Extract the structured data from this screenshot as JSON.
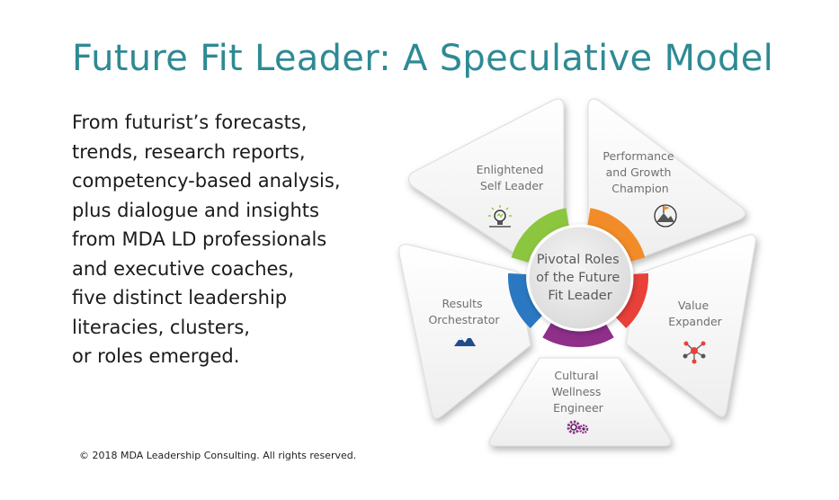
{
  "slide": {
    "title": "Future Fit Leader: A Speculative Model",
    "body_lines": [
      "From futurist’s forecasts,",
      "trends, research reports,",
      "competency-based analysis,",
      "plus dialogue and insights",
      "from MDA LD professionals",
      "and executive coaches,",
      "five distinct leadership",
      "literacies, clusters,",
      "or roles emerged."
    ],
    "copyright": "© 2018 MDA Leadership Consulting. All rights reserved."
  },
  "diagram": {
    "hub": {
      "lines": [
        "Pivotal Roles",
        "of the Future",
        "Fit Leader"
      ]
    },
    "roles": [
      {
        "lines": [
          "Enlightened",
          "Self Leader"
        ],
        "icon": "lightbulb-icon",
        "color": "#8cc63f"
      },
      {
        "lines": [
          "Performance",
          "and Growth",
          "Champion"
        ],
        "icon": "summit-flag-icon",
        "color": "#f28c28"
      },
      {
        "lines": [
          "Value",
          "Expander"
        ],
        "icon": "network-icon",
        "color": "#e8413a"
      },
      {
        "lines": [
          "Cultural",
          "Wellness",
          "Engineer"
        ],
        "icon": "gears-icon",
        "color": "#8e2f8a"
      },
      {
        "lines": [
          "Results",
          "Orchestrator"
        ],
        "icon": "mountains-chart-icon",
        "color": "#2a78c2"
      }
    ]
  }
}
